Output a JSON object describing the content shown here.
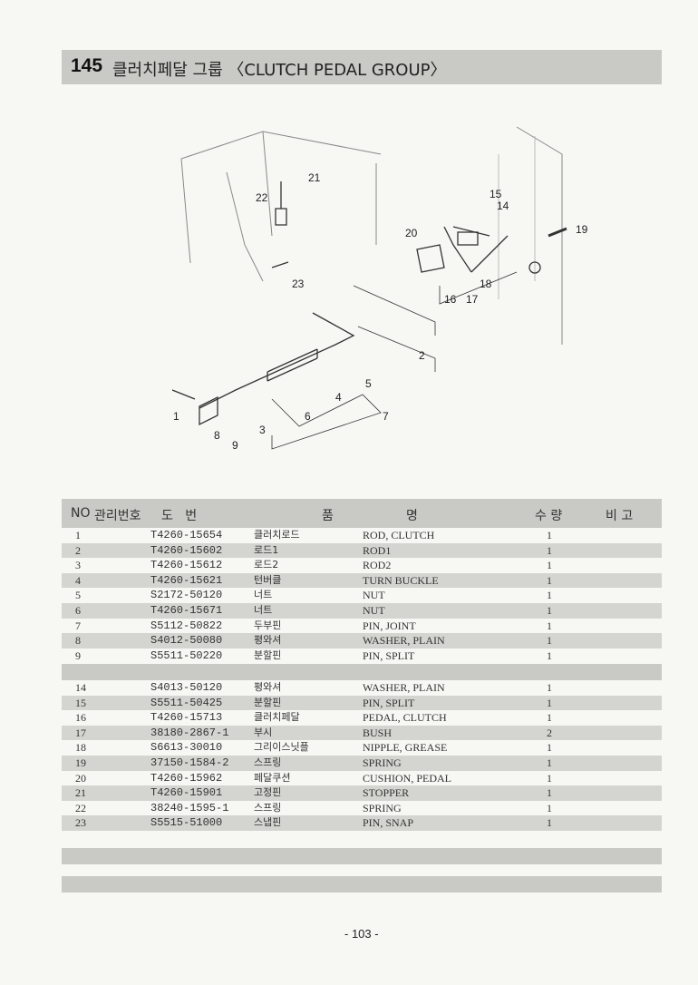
{
  "header": {
    "number": "145",
    "title": "클러치페달 그룹 〈CLUTCH PEDAL GROUP〉"
  },
  "diagram": {
    "callouts": [
      "1",
      "2",
      "3",
      "4",
      "5",
      "6",
      "7",
      "8",
      "9",
      "14",
      "15",
      "16",
      "17",
      "18",
      "19",
      "20",
      "21",
      "22",
      "23"
    ]
  },
  "table": {
    "columns": [
      "NO",
      "관리번호",
      "도   번",
      "품",
      "명",
      "수 량",
      "비 고"
    ],
    "rows": [
      [
        "1",
        "T4260-15654",
        "클러치로드",
        "ROD, CLUTCH",
        "1"
      ],
      [
        "2",
        "T4260-15602",
        "로드1",
        "ROD1",
        "1"
      ],
      [
        "3",
        "T4260-15612",
        "로드2",
        "ROD2",
        "1"
      ],
      [
        "4",
        "T4260-15621",
        "턴버클",
        "TURN BUCKLE",
        "1"
      ],
      [
        "5",
        "S2172-50120",
        "너트",
        "NUT",
        "1"
      ],
      [
        "6",
        "T4260-15671",
        "너트",
        "NUT",
        "1"
      ],
      [
        "7",
        "S5112-50822",
        "두부핀",
        "PIN, JOINT",
        "1"
      ],
      [
        "8",
        "S4012-50080",
        "평와셔",
        "WASHER, PLAIN",
        "1"
      ],
      [
        "9",
        "S5511-50220",
        "분할핀",
        "PIN, SPLIT",
        "1"
      ],
      [
        "14",
        "S4013-50120",
        "평와셔",
        "WASHER, PLAIN",
        "1"
      ],
      [
        "15",
        "S5511-50425",
        "분할핀",
        "PIN, SPLIT",
        "1"
      ],
      [
        "16",
        "T4260-15713",
        "클러치페달",
        "PEDAL, CLUTCH",
        "1"
      ],
      [
        "17",
        "38180-2867-1",
        "부시",
        "BUSH",
        "2"
      ],
      [
        "18",
        "S6613-30010",
        "그리이스닛플",
        "NIPPLE, GREASE",
        "1"
      ],
      [
        "19",
        "37150-1584-2",
        "스프링",
        "SPRING",
        "1"
      ],
      [
        "20",
        "T4260-15962",
        "페달쿠션",
        "CUSHION, PEDAL",
        "1"
      ],
      [
        "21",
        "T4260-15901",
        "고정핀",
        "STOPPER",
        "1"
      ],
      [
        "22",
        "38240-1595-1",
        "스프링",
        "SPRING",
        "1"
      ],
      [
        "23",
        "S5515-51000",
        "스냅핀",
        "PIN, SNAP",
        "1"
      ]
    ]
  },
  "footer": {
    "page": "- 103 -"
  }
}
